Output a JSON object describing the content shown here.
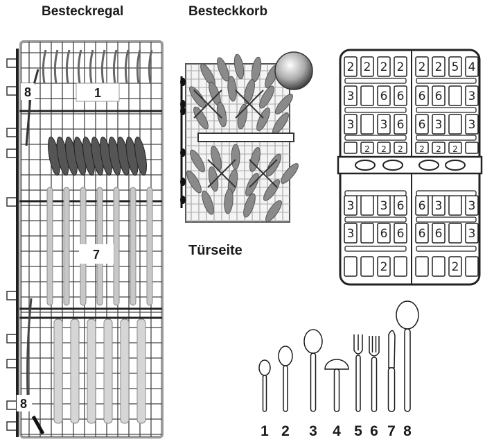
{
  "titles": {
    "rack": "Besteckregal",
    "basket": "Besteckkorb",
    "door_side": "Türseite"
  },
  "rack_labels": {
    "top_left": "8",
    "top_center": "1",
    "middle": "7",
    "bottom_left": "8"
  },
  "basket_layout": {
    "rows": [
      [
        "2",
        "2",
        "2",
        "2",
        "2",
        "2",
        "5",
        "4"
      ],
      [
        "3",
        "",
        "6",
        "6",
        "6",
        "6",
        "",
        "3"
      ],
      [
        "3",
        "",
        "3",
        "6",
        "6",
        "3",
        "",
        "3"
      ],
      [
        "",
        "2",
        "2",
        "2",
        "2",
        "2",
        "2",
        ""
      ],
      [
        "",
        "",
        "",
        "",
        "",
        "",
        "",
        ""
      ],
      [
        "3",
        "",
        "3",
        "6",
        "6",
        "3",
        "",
        "3"
      ],
      [
        "3",
        "",
        "6",
        "6",
        "6",
        "6",
        "",
        "3"
      ],
      [
        "",
        "",
        "2",
        "",
        "",
        "",
        "2",
        ""
      ]
    ]
  },
  "utensils": {
    "numbers": [
      "1",
      "2",
      "3",
      "4",
      "5",
      "6",
      "7",
      "8"
    ],
    "types": [
      "small-spoon",
      "dessert-spoon",
      "soup-spoon",
      "server",
      "dessert-fork",
      "fork",
      "knife",
      "serving-spoon"
    ]
  },
  "colors": {
    "ink": "#1a1a1a",
    "grid": "#444444",
    "rack_border": "#9a9a9a",
    "fill_gray": "#c8c8c8"
  }
}
